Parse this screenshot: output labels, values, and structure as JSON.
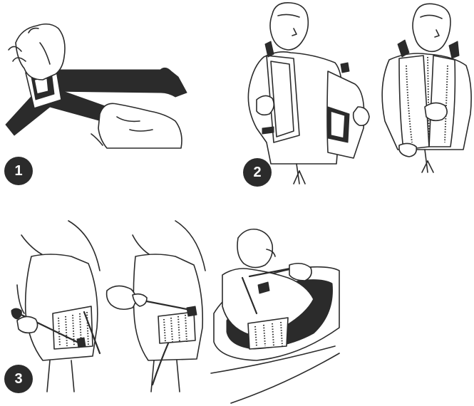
{
  "steps": [
    {
      "number": "1",
      "icon": "strap-buckle-adjust-illustration"
    },
    {
      "number": "2",
      "icon": "vest-zip-up-illustration"
    },
    {
      "number": "3",
      "icon": "waist-belt-tighten-illustration"
    }
  ],
  "colors": {
    "ink": "#2b2b2b",
    "paper": "#ffffff",
    "badge_text": "#ffffff"
  }
}
